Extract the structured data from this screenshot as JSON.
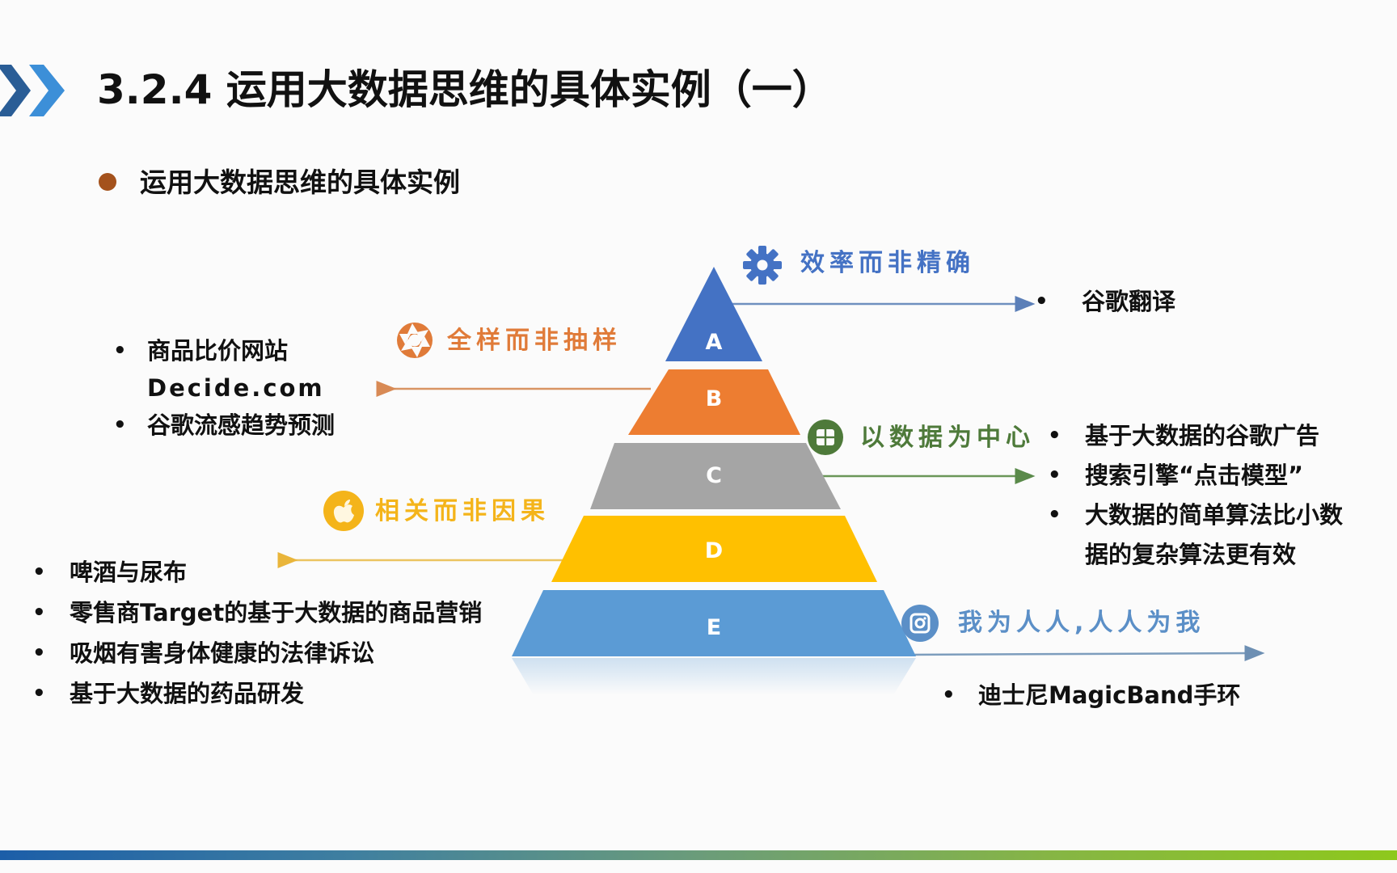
{
  "header": {
    "title": "3.2.4 运用大数据思维的具体实例（一）",
    "chevron_icon": "double-chevron-right-icon"
  },
  "section": {
    "subtitle": "运用大数据思维的具体实例"
  },
  "pyramid": {
    "levels": [
      {
        "letter": "A",
        "color": "#4472c4",
        "principle": "效率而非精确",
        "principle_color": "#4472c4",
        "icon": "gear-icon",
        "side": "right",
        "examples": [
          "谷歌翻译"
        ]
      },
      {
        "letter": "B",
        "color": "#ed7d31",
        "principle": "全样而非抽样",
        "principle_color": "#e07b39",
        "icon": "aperture-icon",
        "side": "left",
        "examples": [
          "商品比价网站 Decide.com",
          "谷歌流感趋势预测"
        ],
        "example_lines": [
          "商品比价网站",
          "Decide.com",
          "谷歌流感趋势预测"
        ]
      },
      {
        "letter": "C",
        "color": "#a5a5a5",
        "principle": "以数据为中心",
        "principle_color": "#4e7a3a",
        "icon": "windows-icon",
        "side": "right",
        "examples": [
          "基于大数据的谷歌广告",
          "搜索引擎“点击模型”",
          "大数据的简单算法比小数据的复杂算法更有效"
        ],
        "example_lines": [
          "基于大数据的谷歌广告",
          "搜索引擎“点击模型”",
          "大数据的简单算法比小数",
          "据的复杂算法更有效"
        ]
      },
      {
        "letter": "D",
        "color": "#ffc000",
        "principle": "相关而非因果",
        "principle_color": "#f4b41a",
        "icon": "apple-icon",
        "side": "left",
        "examples": [
          "啤酒与尿布",
          "零售商Target的基于大数据的商品营销",
          "吸烟有害身体健康的法律诉讼",
          "基于大数据的药品研发"
        ]
      },
      {
        "letter": "E",
        "color": "#5b9bd5",
        "principle": "我为人人,人人为我",
        "principle_color": "#5b8fc7",
        "icon": "instagram-icon",
        "side": "right",
        "examples": [
          "迪士尼MagicBand手环"
        ]
      }
    ]
  },
  "bullet_char": "•",
  "colors": {
    "chevron_dark": "#2a5d96",
    "chevron_light": "#3c8fd8",
    "bullet_dot": "#a4521c",
    "bottom_bar_start": "#1c5ea8",
    "bottom_bar_end": "#8ec81c"
  }
}
